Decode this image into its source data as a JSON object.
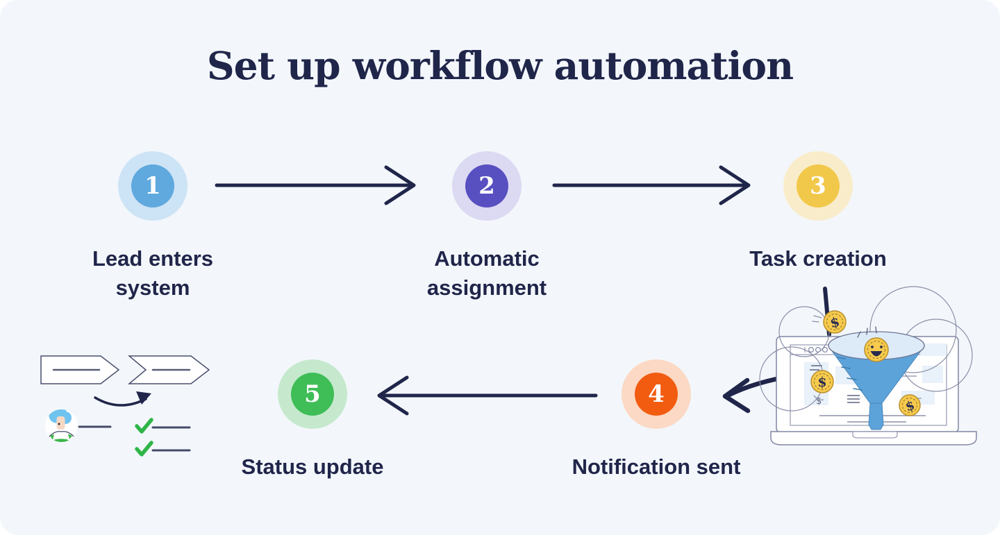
{
  "title": "Set up workflow automation",
  "colors": {
    "background": "#f3f7fb",
    "text": "#20254a",
    "arrow": "#20254a",
    "check_green": "#2eb548",
    "funnel_blue": "#5ca3da",
    "coin_gold": "#f6ca4d"
  },
  "steps": [
    {
      "number": "1",
      "label": "Lead enters\nsystem",
      "colors": {
        "outer": "#cde3f6",
        "inner": "#5fa9de"
      }
    },
    {
      "number": "2",
      "label": "Automatic\nassignment",
      "colors": {
        "outer": "#dcd9f3",
        "inner": "#584fc0"
      }
    },
    {
      "number": "3",
      "label": "Task creation",
      "colors": {
        "outer": "#f9ecca",
        "inner": "#f2c84a"
      }
    },
    {
      "number": "4",
      "label": "Notification sent",
      "colors": {
        "outer": "#fbd9c5",
        "inner": "#f25c11"
      }
    },
    {
      "number": "5",
      "label": "Status update",
      "colors": {
        "outer": "#c6e9ce",
        "inner": "#3fbd57"
      }
    }
  ],
  "illustration": {
    "coin_symbol": "$",
    "left_icon": "task-checklist-with-avatar",
    "right_icon": "lead-funnel-on-laptop"
  }
}
